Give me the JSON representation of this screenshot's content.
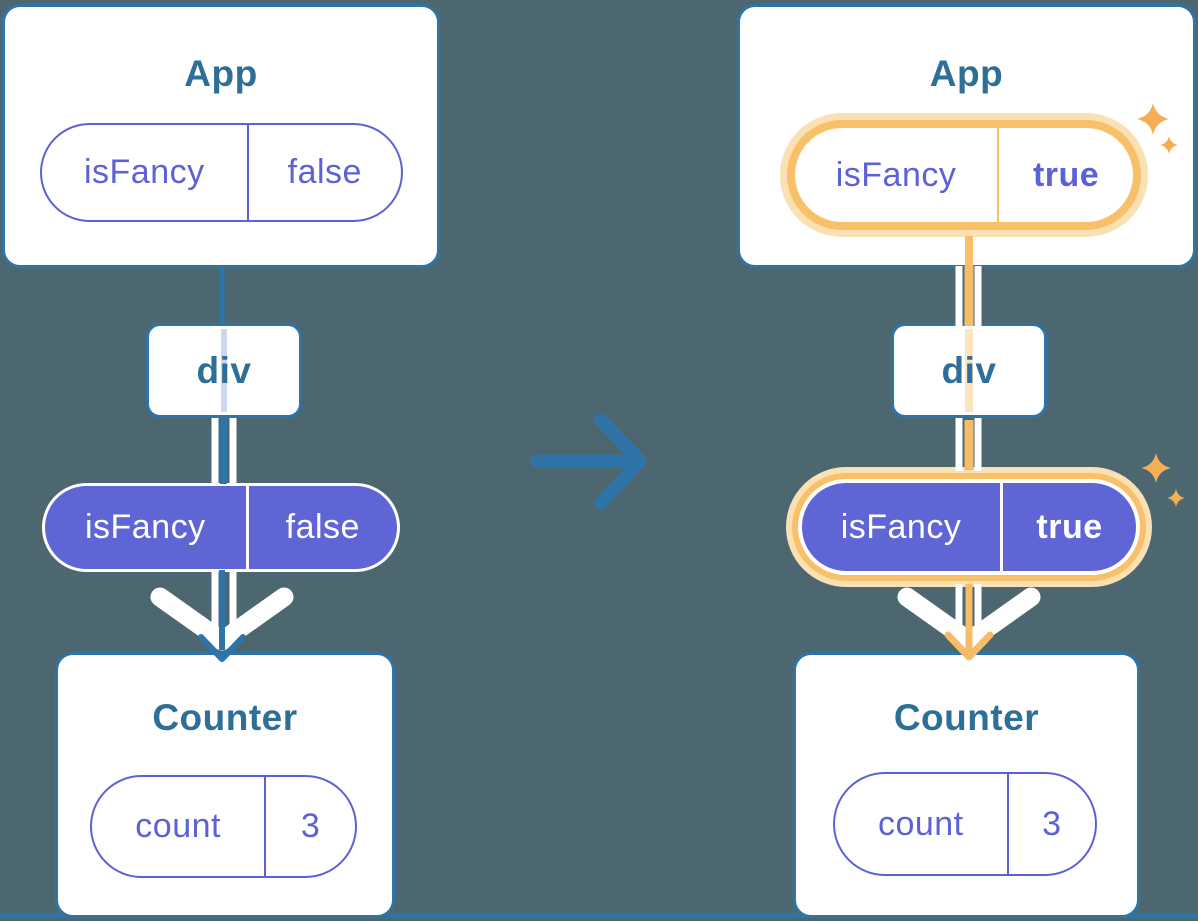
{
  "diagram": {
    "before": {
      "app": {
        "name": "App",
        "prop_key": "isFancy",
        "prop_value": "false"
      },
      "container": {
        "name": "div"
      },
      "passed_prop": {
        "key": "isFancy",
        "value": "false"
      },
      "counter": {
        "name": "Counter",
        "state_key": "count",
        "state_value": "3"
      }
    },
    "after": {
      "app": {
        "name": "App",
        "prop_key": "isFancy",
        "prop_value": "true"
      },
      "container": {
        "name": "div"
      },
      "passed_prop": {
        "key": "isFancy",
        "value": "true"
      },
      "counter": {
        "name": "Counter",
        "state_key": "count",
        "state_value": "3"
      }
    },
    "colors": {
      "background": "#4C6770",
      "card_border": "#2E74A8",
      "title_text": "#2D6F96",
      "purple_fill": "#6065D6",
      "purple_outline": "#5C62D6",
      "highlight_orange": "#F8C068",
      "highlight_halo": "#FBE0B4",
      "pipe_orange": "#F6BC67",
      "sparkle": "#F4AE55",
      "inner_stripe_blue": "#CBD7EF",
      "inner_stripe_cream": "#FBE4BE"
    }
  }
}
